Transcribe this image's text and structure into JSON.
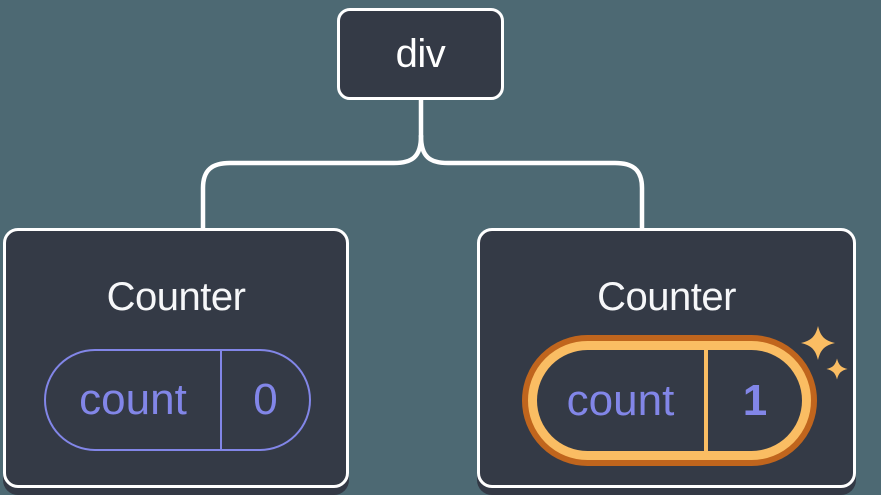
{
  "diagram": {
    "root_label": "div",
    "left_counter": {
      "title": "Counter",
      "state_label": "count",
      "state_value": "0"
    },
    "right_counter": {
      "title": "Counter",
      "state_label": "count",
      "state_value": "1",
      "highlighted": true
    }
  },
  "icons": {
    "sparkles": "sparkles-icon"
  },
  "colors": {
    "background": "#4d6973",
    "card": "#343a46",
    "card-border": "#ffffff",
    "line": "#ffffff",
    "purple": "#8286e8",
    "orange-outer": "#c0651d",
    "orange-inner": "#fabd63",
    "title-text": "#f6f7f9",
    "shadow": "#333945"
  }
}
